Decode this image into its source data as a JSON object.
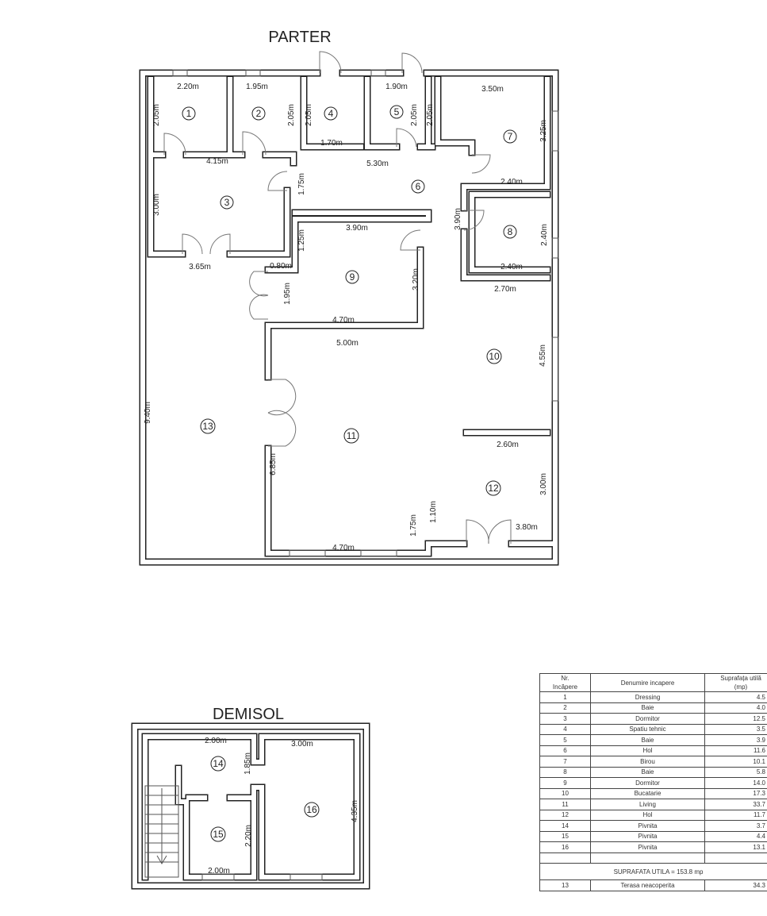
{
  "plans": {
    "ground_floor_title": "PARTER",
    "basement_title": "DEMISOL"
  },
  "rooms": [
    "1",
    "2",
    "3",
    "4",
    "5",
    "6",
    "7",
    "8",
    "9",
    "10",
    "11",
    "12",
    "13",
    "14",
    "15",
    "16"
  ],
  "dimensions": [
    "2.20m",
    "1.95m",
    "1.90m",
    "3.50m",
    "2.05m",
    "2.05m",
    "2.05m",
    "1.70m",
    "2.05m",
    "2.05m",
    "3.25m",
    "4.15m",
    "5.30m",
    "2.40m",
    "1.75m",
    "3.00m",
    "3.90m",
    "3.90m",
    "2.40m",
    "1.25m",
    "3.65m",
    "0.80m",
    "2.40m",
    "3.20m",
    "2.70m",
    "1.95m",
    "4.70m",
    "5.00m",
    "4.55m",
    "9.40m",
    "2.60m",
    "6.85m",
    "3.00m",
    "1.10m",
    "1.75m",
    "3.80m",
    "4.70m",
    "2.00m",
    "3.00m",
    "1.85m",
    "4.35m",
    "2.20m",
    "2.00m"
  ],
  "table": {
    "header": {
      "nr_line1": "Nr.",
      "nr_line2": "Incăpere",
      "name": "Denumire incapere",
      "area_line1": "Suprafața utilă",
      "area_line2": "(mp)"
    },
    "rows": [
      {
        "nr": "1",
        "name": "Dressing",
        "area": "4.5"
      },
      {
        "nr": "2",
        "name": "Baie",
        "area": "4.0"
      },
      {
        "nr": "3",
        "name": "Dormitor",
        "area": "12.5"
      },
      {
        "nr": "4",
        "name": "Spatiu tehnic",
        "area": "3.5"
      },
      {
        "nr": "5",
        "name": "Baie",
        "area": "3.9"
      },
      {
        "nr": "6",
        "name": "Hol",
        "area": "11.6"
      },
      {
        "nr": "7",
        "name": "Birou",
        "area": "10.1"
      },
      {
        "nr": "8",
        "name": "Baie",
        "area": "5.8"
      },
      {
        "nr": "9",
        "name": "Dormitor",
        "area": "14.0"
      },
      {
        "nr": "10",
        "name": "Bucatarie",
        "area": "17.3"
      },
      {
        "nr": "11",
        "name": "Living",
        "area": "33.7"
      },
      {
        "nr": "12",
        "name": "Hol",
        "area": "11.7"
      },
      {
        "nr": "14",
        "name": "Pivnita",
        "area": "3.7"
      },
      {
        "nr": "15",
        "name": "Pivnita",
        "area": "4.4"
      },
      {
        "nr": "16",
        "name": "Pivnita",
        "area": "13.1"
      }
    ],
    "total": "SUPRAFATA UTILA = 153.8 mp",
    "terrace": {
      "nr": "13",
      "name": "Terasa neacoperita",
      "area": "34.3"
    }
  }
}
